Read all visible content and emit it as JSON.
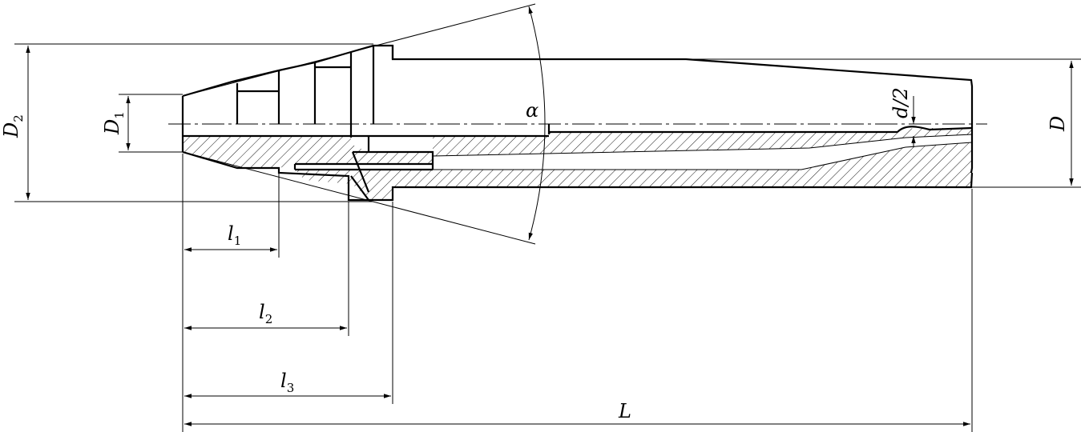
{
  "labels": {
    "D2": {
      "main": "D",
      "sub": "2"
    },
    "D1": {
      "main": "D",
      "sub": "1"
    },
    "l1": {
      "main": "l",
      "sub": "1"
    },
    "l2": {
      "main": "l",
      "sub": "2"
    },
    "l3": {
      "main": "l",
      "sub": "3"
    },
    "L": "L",
    "alpha": "α",
    "d2": "d/2",
    "D": "D"
  }
}
